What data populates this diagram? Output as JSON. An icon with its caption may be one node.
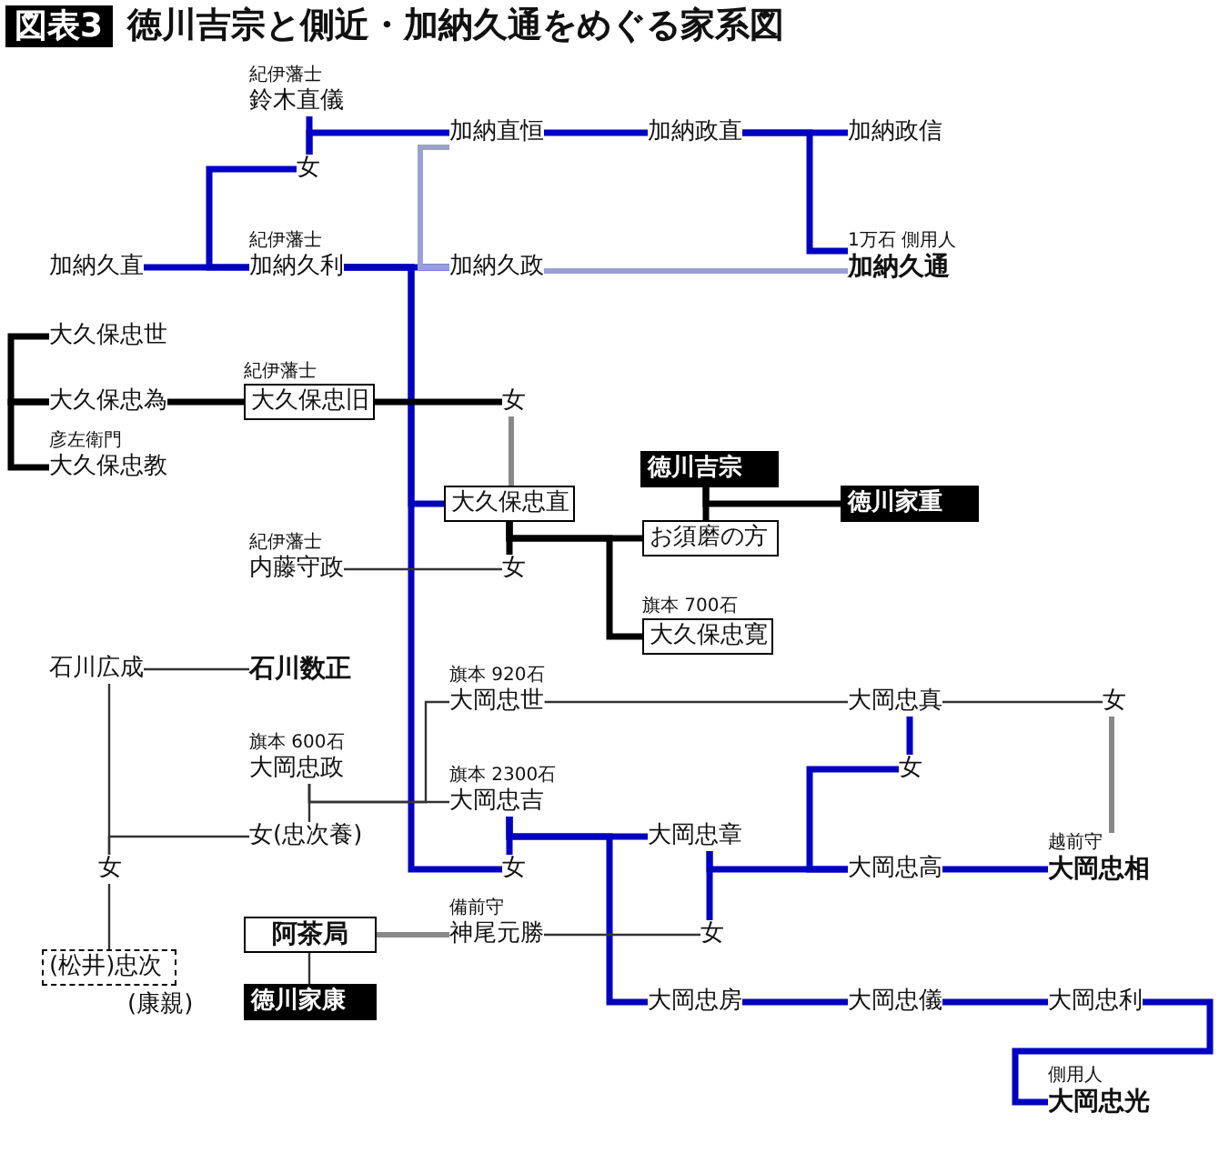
{
  "diagram": {
    "title": "徳川吉宗と側近・加納久通をめぐる家系図",
    "labels": [
      "図表3"
    ],
    "nodes": [
      {
        "text": [
          "紀伊藩士",
          "鈴木直儀"
        ]
      },
      {
        "text": [
          "加納直恒"
        ]
      },
      {
        "text": [
          "加納政直"
        ]
      },
      {
        "text": [
          "加納政信"
        ]
      },
      {
        "text": [
          "女"
        ]
      },
      {
        "text": [
          "加納久直"
        ]
      },
      {
        "text": [
          "紀伊藩士",
          "加納久利"
        ]
      },
      {
        "text": [
          "加納久政"
        ]
      },
      {
        "text": [
          "1万石 側用人",
          "加納久通"
        ]
      },
      {
        "text": [
          "大久保忠世"
        ]
      },
      {
        "text": [
          "大久保忠為"
        ]
      },
      {
        "text": [
          "紀伊藩士",
          "大久保忠旧"
        ]
      },
      {
        "text": [
          "女"
        ]
      },
      {
        "text": [
          "彦左衛門",
          "大久保忠教"
        ]
      },
      {
        "text": [
          "徳川吉宗"
        ]
      },
      {
        "text": [
          "徳川家重"
        ]
      },
      {
        "text": [
          "大久保忠直"
        ]
      },
      {
        "text": [
          "お須磨の方"
        ]
      },
      {
        "text": [
          "紀伊藩士",
          "内藤守政"
        ]
      },
      {
        "text": [
          "女"
        ]
      },
      {
        "text": [
          "旗本 700石",
          "大久保忠寛"
        ]
      },
      {
        "text": [
          "石川広成"
        ]
      },
      {
        "text": [
          "石川数正"
        ]
      },
      {
        "text": [
          "旗本 920石",
          "大岡忠世"
        ]
      },
      {
        "text": [
          "大岡忠真"
        ]
      },
      {
        "text": [
          "女"
        ]
      },
      {
        "text": [
          "旗本 600石",
          "大岡忠政"
        ]
      },
      {
        "text": [
          "女"
        ]
      },
      {
        "text": [
          "旗本 2300石",
          "大岡忠吉"
        ]
      },
      {
        "text": [
          "女(忠次養)"
        ]
      },
      {
        "text": [
          "大岡忠章"
        ]
      },
      {
        "text": [
          "女"
        ]
      },
      {
        "text": [
          "女"
        ]
      },
      {
        "text": [
          "大岡忠高"
        ]
      },
      {
        "text": [
          "越前守",
          "大岡忠相"
        ]
      },
      {
        "text": [
          "阿茶局"
        ]
      },
      {
        "text": [
          "備前守",
          "神尾元勝"
        ]
      },
      {
        "text": [
          "女"
        ]
      },
      {
        "text": [
          "(松井)忠次"
        ],
        "beside": [
          "(康親)"
        ]
      },
      {
        "text": [
          "徳川家康"
        ]
      },
      {
        "text": [
          "大岡忠房"
        ]
      },
      {
        "text": [
          "大岡忠儀"
        ]
      },
      {
        "text": [
          "大岡忠利"
        ]
      },
      {
        "text": [
          "側用人",
          "大岡忠光"
        ]
      }
    ],
    "edges": [
      {
        "from": 0,
        "to": 4,
        "arrow": "none"
      },
      {
        "from": 4,
        "to": 1,
        "arrow": "none"
      },
      {
        "from": 5,
        "to": 6,
        "arrow": "none"
      },
      {
        "from": 4,
        "to": 6,
        "arrow": "none"
      },
      {
        "from": 6,
        "to": 7,
        "arrow": "none"
      },
      {
        "from": 6,
        "to": 16,
        "arrow": "none"
      },
      {
        "from": 6,
        "to": 32,
        "arrow": "none"
      },
      {
        "from": 1,
        "to": 7,
        "arrow": "none",
        "color": "#9a9fd6"
      },
      {
        "from": 7,
        "to": 8,
        "arrow": "none",
        "color": "#9a9fd6"
      },
      {
        "from": 1,
        "to": 2,
        "arrow": "none"
      },
      {
        "from": 2,
        "to": 3,
        "arrow": "none"
      },
      {
        "from": 2,
        "to": 8,
        "arrow": "none"
      },
      {
        "from": 10,
        "to": 9,
        "arrow": "none",
        "color": "#000000"
      },
      {
        "from": 10,
        "to": 13,
        "arrow": "none",
        "color": "#000000"
      },
      {
        "from": 10,
        "to": 11,
        "arrow": "none",
        "color": "#000000"
      },
      {
        "from": 11,
        "to": 12,
        "arrow": "none",
        "color": "#000000"
      },
      {
        "from": 12,
        "to": 16,
        "arrow": "none",
        "color": "#888888"
      },
      {
        "from": 14,
        "to": 17,
        "arrow": "none",
        "color": "#000000"
      },
      {
        "from": 14,
        "to": 15,
        "arrow": "none",
        "color": "#000000"
      },
      {
        "from": 16,
        "to": 19,
        "arrow": "none",
        "color": "#000000"
      },
      {
        "from": 16,
        "to": 17,
        "arrow": "none",
        "color": "#000000"
      },
      {
        "from": 16,
        "to": 20,
        "arrow": "none",
        "color": "#000000"
      },
      {
        "from": 18,
        "to": 19,
        "arrow": "none",
        "color": "#333333"
      },
      {
        "from": 21,
        "to": 22,
        "arrow": "none",
        "color": "#333333"
      },
      {
        "from": 21,
        "to": 31,
        "arrow": "none",
        "color": "#333333"
      },
      {
        "from": 29,
        "to": 31,
        "arrow": "none",
        "color": "#333333"
      },
      {
        "from": 26,
        "to": 29,
        "arrow": "none",
        "color": "#333333"
      },
      {
        "from": 26,
        "to": 28,
        "arrow": "none",
        "color": "#333333"
      },
      {
        "from": 26,
        "to": 23,
        "arrow": "none",
        "color": "#333333"
      },
      {
        "from": 23,
        "to": 24,
        "arrow": "none",
        "color": "#333333"
      },
      {
        "from": 24,
        "to": 25,
        "arrow": "none",
        "color": "#333333"
      },
      {
        "from": 24,
        "to": 27,
        "arrow": "none"
      },
      {
        "from": 25,
        "to": 34,
        "arrow": "none",
        "color": "#888888"
      },
      {
        "from": 28,
        "to": 32,
        "arrow": "none"
      },
      {
        "from": 28,
        "to": 30,
        "arrow": "none"
      },
      {
        "from": 28,
        "to": 40,
        "arrow": "none"
      },
      {
        "from": 36,
        "to": 37,
        "arrow": "none",
        "color": "#333333"
      },
      {
        "from": 30,
        "to": 37,
        "arrow": "none"
      },
      {
        "from": 30,
        "to": 33,
        "arrow": "none"
      },
      {
        "from": 27,
        "to": 33,
        "arrow": "none"
      },
      {
        "from": 33,
        "to": 34,
        "arrow": "none"
      },
      {
        "from": 35,
        "to": 36,
        "arrow": "none",
        "color": "#888888"
      },
      {
        "from": 35,
        "to": 39,
        "arrow": "none",
        "color": "#333333"
      },
      {
        "from": 40,
        "to": 41,
        "arrow": "none"
      },
      {
        "from": 41,
        "to": 42,
        "arrow": "none"
      },
      {
        "from": 42,
        "to": 43,
        "arrow": "none"
      },
      {
        "from": 31,
        "to": 38,
        "arrow": "none",
        "color": "#333333"
      }
    ]
  }
}
